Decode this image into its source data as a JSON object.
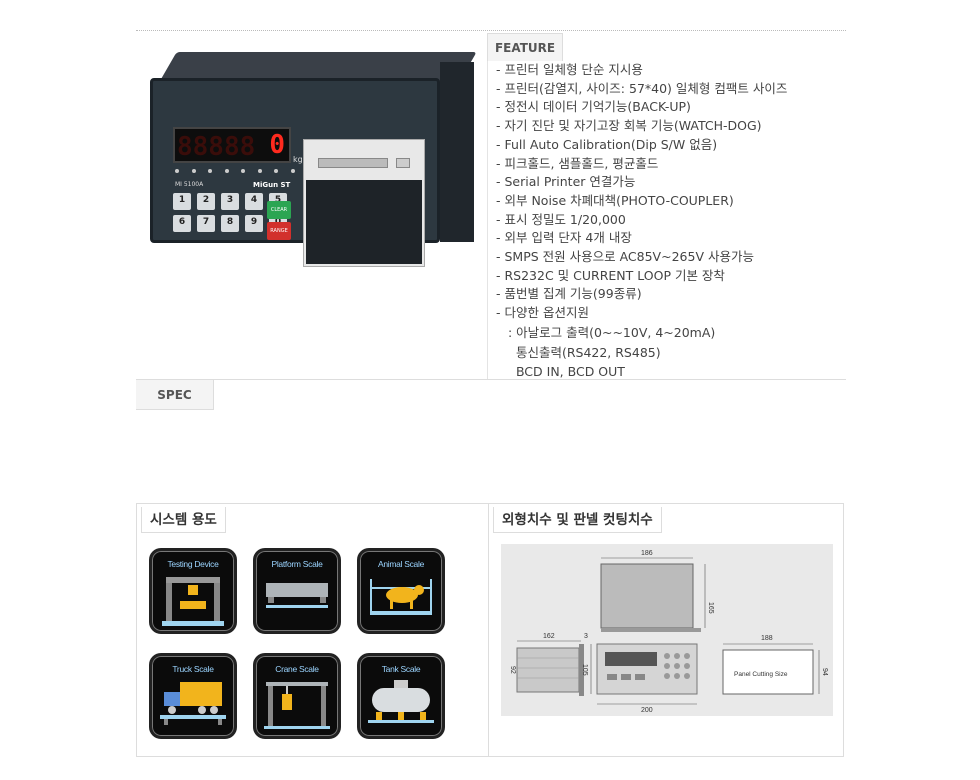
{
  "product": {
    "display_value": "0",
    "display_ghost": "88888",
    "unit": "kg",
    "model": "MI 5100A",
    "brand": "MiGun ST",
    "keys": [
      "1",
      "2",
      "3",
      "4",
      "5",
      "6",
      "7",
      "8",
      "9",
      "0"
    ],
    "key_clear": "CLEAR",
    "key_range": "RANGE"
  },
  "feature": {
    "title": "FEATURE",
    "items": [
      "- 프린터 일체형 단순 지시용",
      "- 프린터(감열지, 사이즈: 57*40) 일체형 컴팩트 사이즈",
      "- 정전시 데이터 기억기능(BACK-UP)",
      "- 자기 진단 및 자기고장 회복 기능(WATCH-DOG)",
      "- Full Auto Calibration(Dip S/W 없음)",
      "- 피크홀드, 샘플홀드, 평균홀드",
      "- Serial Printer 연결가능",
      "- 외부 Noise 차폐대책(PHOTO-COUPLER)",
      "- 표시 정밀도 1/20,000",
      "- 외부 입력 단자 4개 내장",
      "- SMPS 전원 사용으로 AC85V~265V 사용가능",
      "- RS232C 및 CURRENT LOOP 기본 장착",
      "- 품번별 집계 기능(99종류)",
      "- 다양한 옵션지원"
    ],
    "sub_items": [
      ": 아날로그 출력(0~~10V, 4~20mA)",
      "  통신출력(RS422, RS485)",
      "  BCD IN, BCD OUT"
    ]
  },
  "spec": {
    "title": "SPEC"
  },
  "system": {
    "title": "시스템 용도",
    "apps": [
      {
        "label": "Testing Device",
        "icon": "testing-device-icon"
      },
      {
        "label": "Platform Scale",
        "icon": "platform-scale-icon"
      },
      {
        "label": "Animal Scale",
        "icon": "animal-scale-icon"
      },
      {
        "label": "Truck Scale",
        "icon": "truck-scale-icon"
      },
      {
        "label": "Crane Scale",
        "icon": "crane-scale-icon"
      },
      {
        "label": "Tank Scale",
        "icon": "tank-scale-icon"
      }
    ]
  },
  "dimensions": {
    "title": "외형치수 및 판넬 컷팅치수",
    "labels": {
      "top_width": "186",
      "top_height": "165",
      "side_width": "162",
      "side_gap": "3",
      "side_height": "92",
      "front_height": "105",
      "front_width": "200",
      "cut_width": "188",
      "cut_height": "94",
      "cut_text": "Panel Cutting  Size"
    }
  }
}
